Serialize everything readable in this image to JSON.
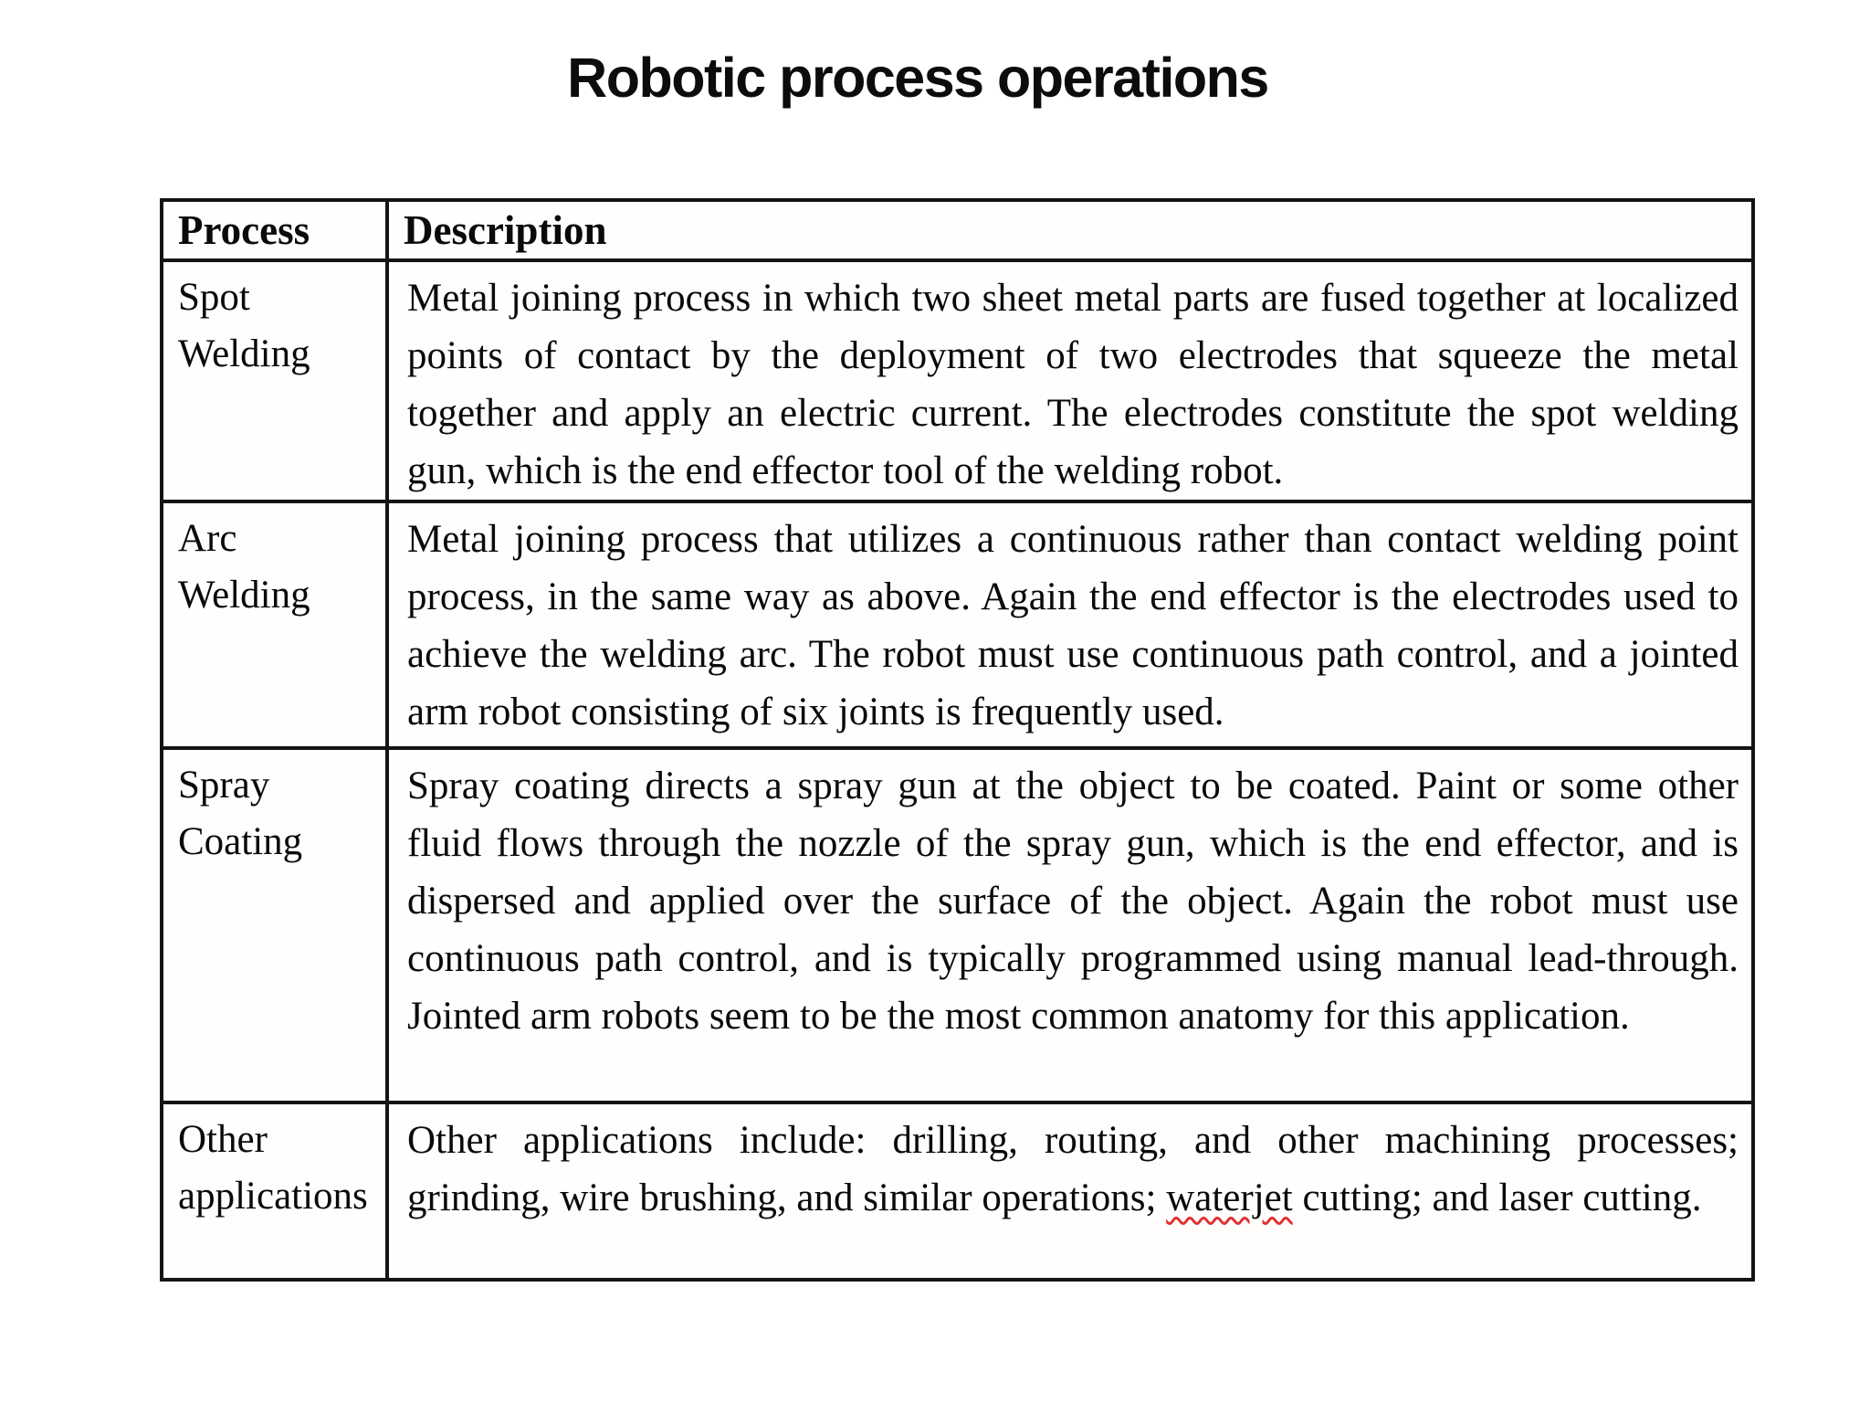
{
  "page": {
    "title": "Robotic process operations"
  },
  "table": {
    "headers": {
      "process": "Process",
      "description": "Description"
    },
    "rows": [
      {
        "process": "Spot Welding",
        "description": "Metal joining process in which two sheet metal parts are fused together at localized points of contact by the deployment of two electrodes that squeeze the metal together and apply an electric current. The electrodes constitute the spot welding gun, which is the end effector tool of the welding robot."
      },
      {
        "process": "Arc Welding",
        "description": "Metal joining process that utilizes a continuous rather than contact welding point process, in the same way as above. Again the end effector is the electrodes used to achieve the welding arc. The robot must use continuous path control, and a jointed arm robot consisting of six joints is frequently used."
      },
      {
        "process": "Spray Coating",
        "description": "Spray coating directs a spray gun at the object to be coated. Paint or some other fluid flows through the nozzle of the spray gun, which is the end effector, and is dispersed and applied over the surface of the object. Again the robot must use continuous path control, and is typically programmed using manual lead-through. Jointed arm robots seem to be the most common anatomy for this application."
      },
      {
        "process": "Other applications",
        "description_before": "Other applications include: drilling, routing, and other machining processes; grinding, wire brushing, and similar operations; ",
        "misspelled_word": "waterjet",
        "description_after": " cutting; and laser cutting."
      }
    ]
  },
  "colors": {
    "background": "#ffffff",
    "text": "#0a0a0a",
    "table_border": "#141414",
    "spellcheck_underline": "#e03131"
  }
}
